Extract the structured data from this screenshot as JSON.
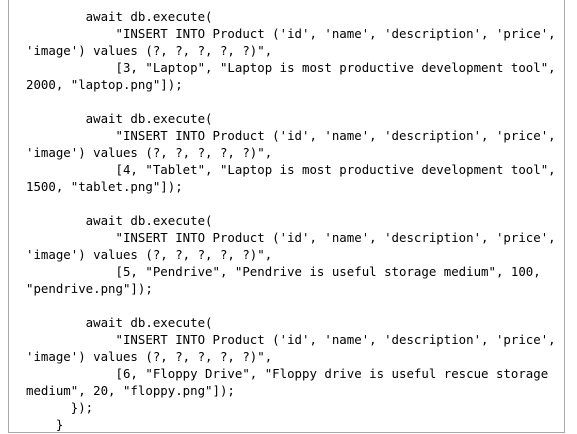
{
  "code": {
    "lines": [
      "        await db.execute(",
      "            \"INSERT INTO Product ('id', 'name', 'description', 'price',",
      "'image') values (?, ?, ?, ?, ?)\",",
      "            [3, \"Laptop\", \"Laptop is most productive development tool\",",
      "2000, \"laptop.png\"]);",
      "",
      "        await db.execute(",
      "            \"INSERT INTO Product ('id', 'name', 'description', 'price',",
      "'image') values (?, ?, ?, ?, ?)\",",
      "            [4, \"Tablet\", \"Laptop is most productive development tool\",",
      "1500, \"tablet.png\"]);",
      "",
      "        await db.execute(",
      "            \"INSERT INTO Product ('id', 'name', 'description', 'price',",
      "'image') values (?, ?, ?, ?, ?)\",",
      "            [5, \"Pendrive\", \"Pendrive is useful storage medium\", 100,",
      "\"pendrive.png\"]);",
      "",
      "        await db.execute(",
      "            \"INSERT INTO Product ('id', 'name', 'description', 'price',",
      "'image') values (?, ?, ?, ?, ?)\",",
      "            [6, \"Floppy Drive\", \"Floppy drive is useful rescue storage",
      "medium\", 20, \"floppy.png\"]);",
      "      });",
      "    }"
    ]
  }
}
